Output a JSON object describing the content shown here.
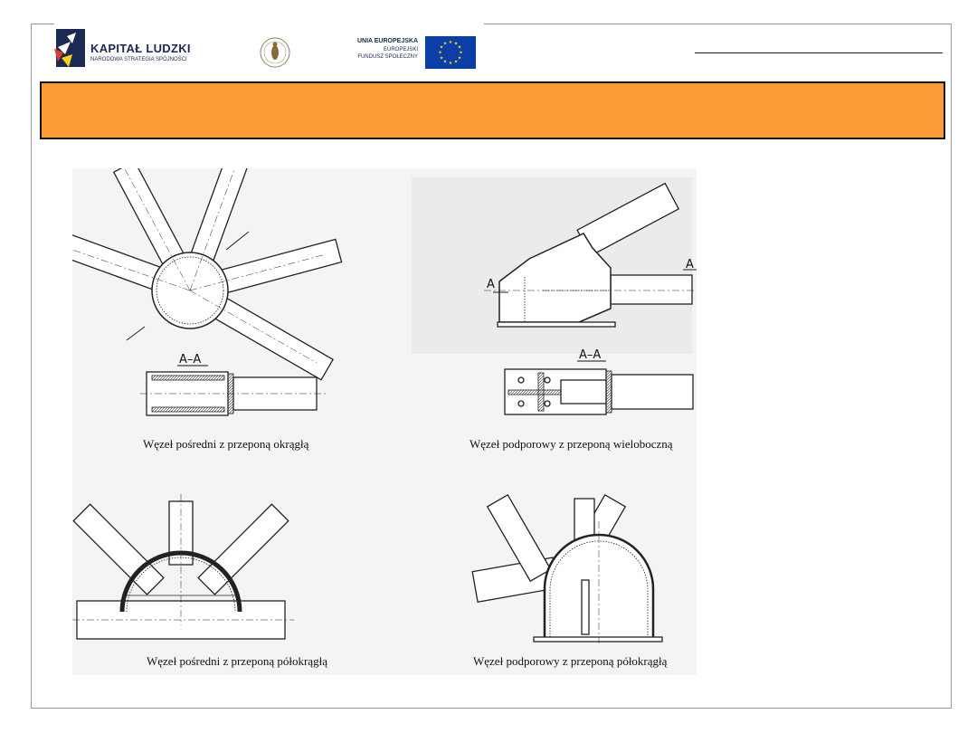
{
  "header": {
    "logo_kapital_title": "KAPITAŁ LUDZKI",
    "logo_kapital_subtitle": "NARODOWA STRATEGIA SPÓJNOŚCI",
    "ue_line1": "UNIA EUROPEJSKA",
    "ue_line2": "EUROPEJSKI",
    "ue_line3": "FUNDUSZ SPOŁECZNY",
    "banner_title": ""
  },
  "colors": {
    "banner": "#fc9a34",
    "brand_navy": "#1b2a55",
    "eu_blue": "#0b3fa7",
    "eu_star": "#f7d417"
  },
  "figure": {
    "section_label_left": "A–A",
    "section_label_right": "A–A",
    "marker_a": "A",
    "captions": {
      "top_left": "Węzeł pośredni z przeponą okrągłą",
      "top_right": "Węzeł podporowy z przeponą wieloboczną",
      "bottom_left": "Węzeł pośredni z przeponą półokrągłą",
      "bottom_right": "Węzeł podporowy z przeponą półokrągłą"
    }
  }
}
